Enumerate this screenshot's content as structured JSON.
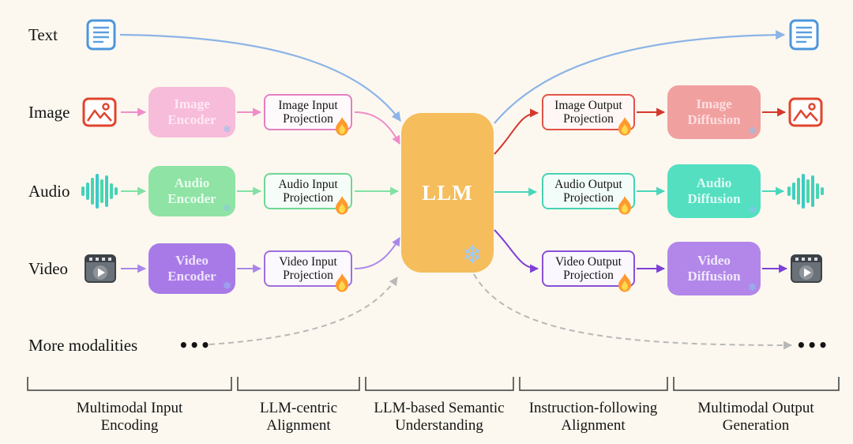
{
  "diagram": {
    "rows": {
      "text": {
        "label": "Text"
      },
      "image": {
        "label": "Image",
        "encoder": "Image Encoder",
        "input_projection": "Image Input Projection",
        "output_projection": "Image Output Projection",
        "diffusion": "Image Diffusion"
      },
      "audio": {
        "label": "Audio",
        "encoder": "Audio Encoder",
        "input_projection": "Audio Input Projection",
        "output_projection": "Audio Output Projection",
        "diffusion": "Audio Diffusion"
      },
      "video": {
        "label": "Video",
        "encoder": "Video Encoder",
        "input_projection": "Video Input Projection",
        "output_projection": "Video Output Projection",
        "diffusion": "Video Diffusion"
      },
      "more": {
        "label": "More modalities",
        "dots_left": "•••",
        "dots_right": "•••"
      }
    },
    "llm_label": "LLM",
    "stages": [
      {
        "label": "Multimodal Input Encoding"
      },
      {
        "label": "LLM-centric Alignment"
      },
      {
        "label": "LLM-based Semantic Understanding"
      },
      {
        "label": "Instruction-following Alignment"
      },
      {
        "label": "Multimodal Output Generation"
      }
    ],
    "glyphs": {
      "snowflake": "❄"
    },
    "icons": {
      "text": "document-icon",
      "image": "picture-icon",
      "audio": "waveform-icon",
      "video": "video-file-icon",
      "trainable": "fire-icon",
      "frozen": "snowflake-icon"
    },
    "colors": {
      "background": "#fcf8ef",
      "text_arrow": "#8cb4e8",
      "image_left": "#f08cc8",
      "image_right": "#d4372b",
      "audio_left": "#82e0a4",
      "audio_right": "#4ad6ba",
      "video_left": "#a987ea",
      "video_right": "#7e3fd6",
      "llm_fill": "#f5bd5c",
      "frozen_blue": "#9fc9f3",
      "dashed_gray": "#b8b8b8"
    }
  }
}
